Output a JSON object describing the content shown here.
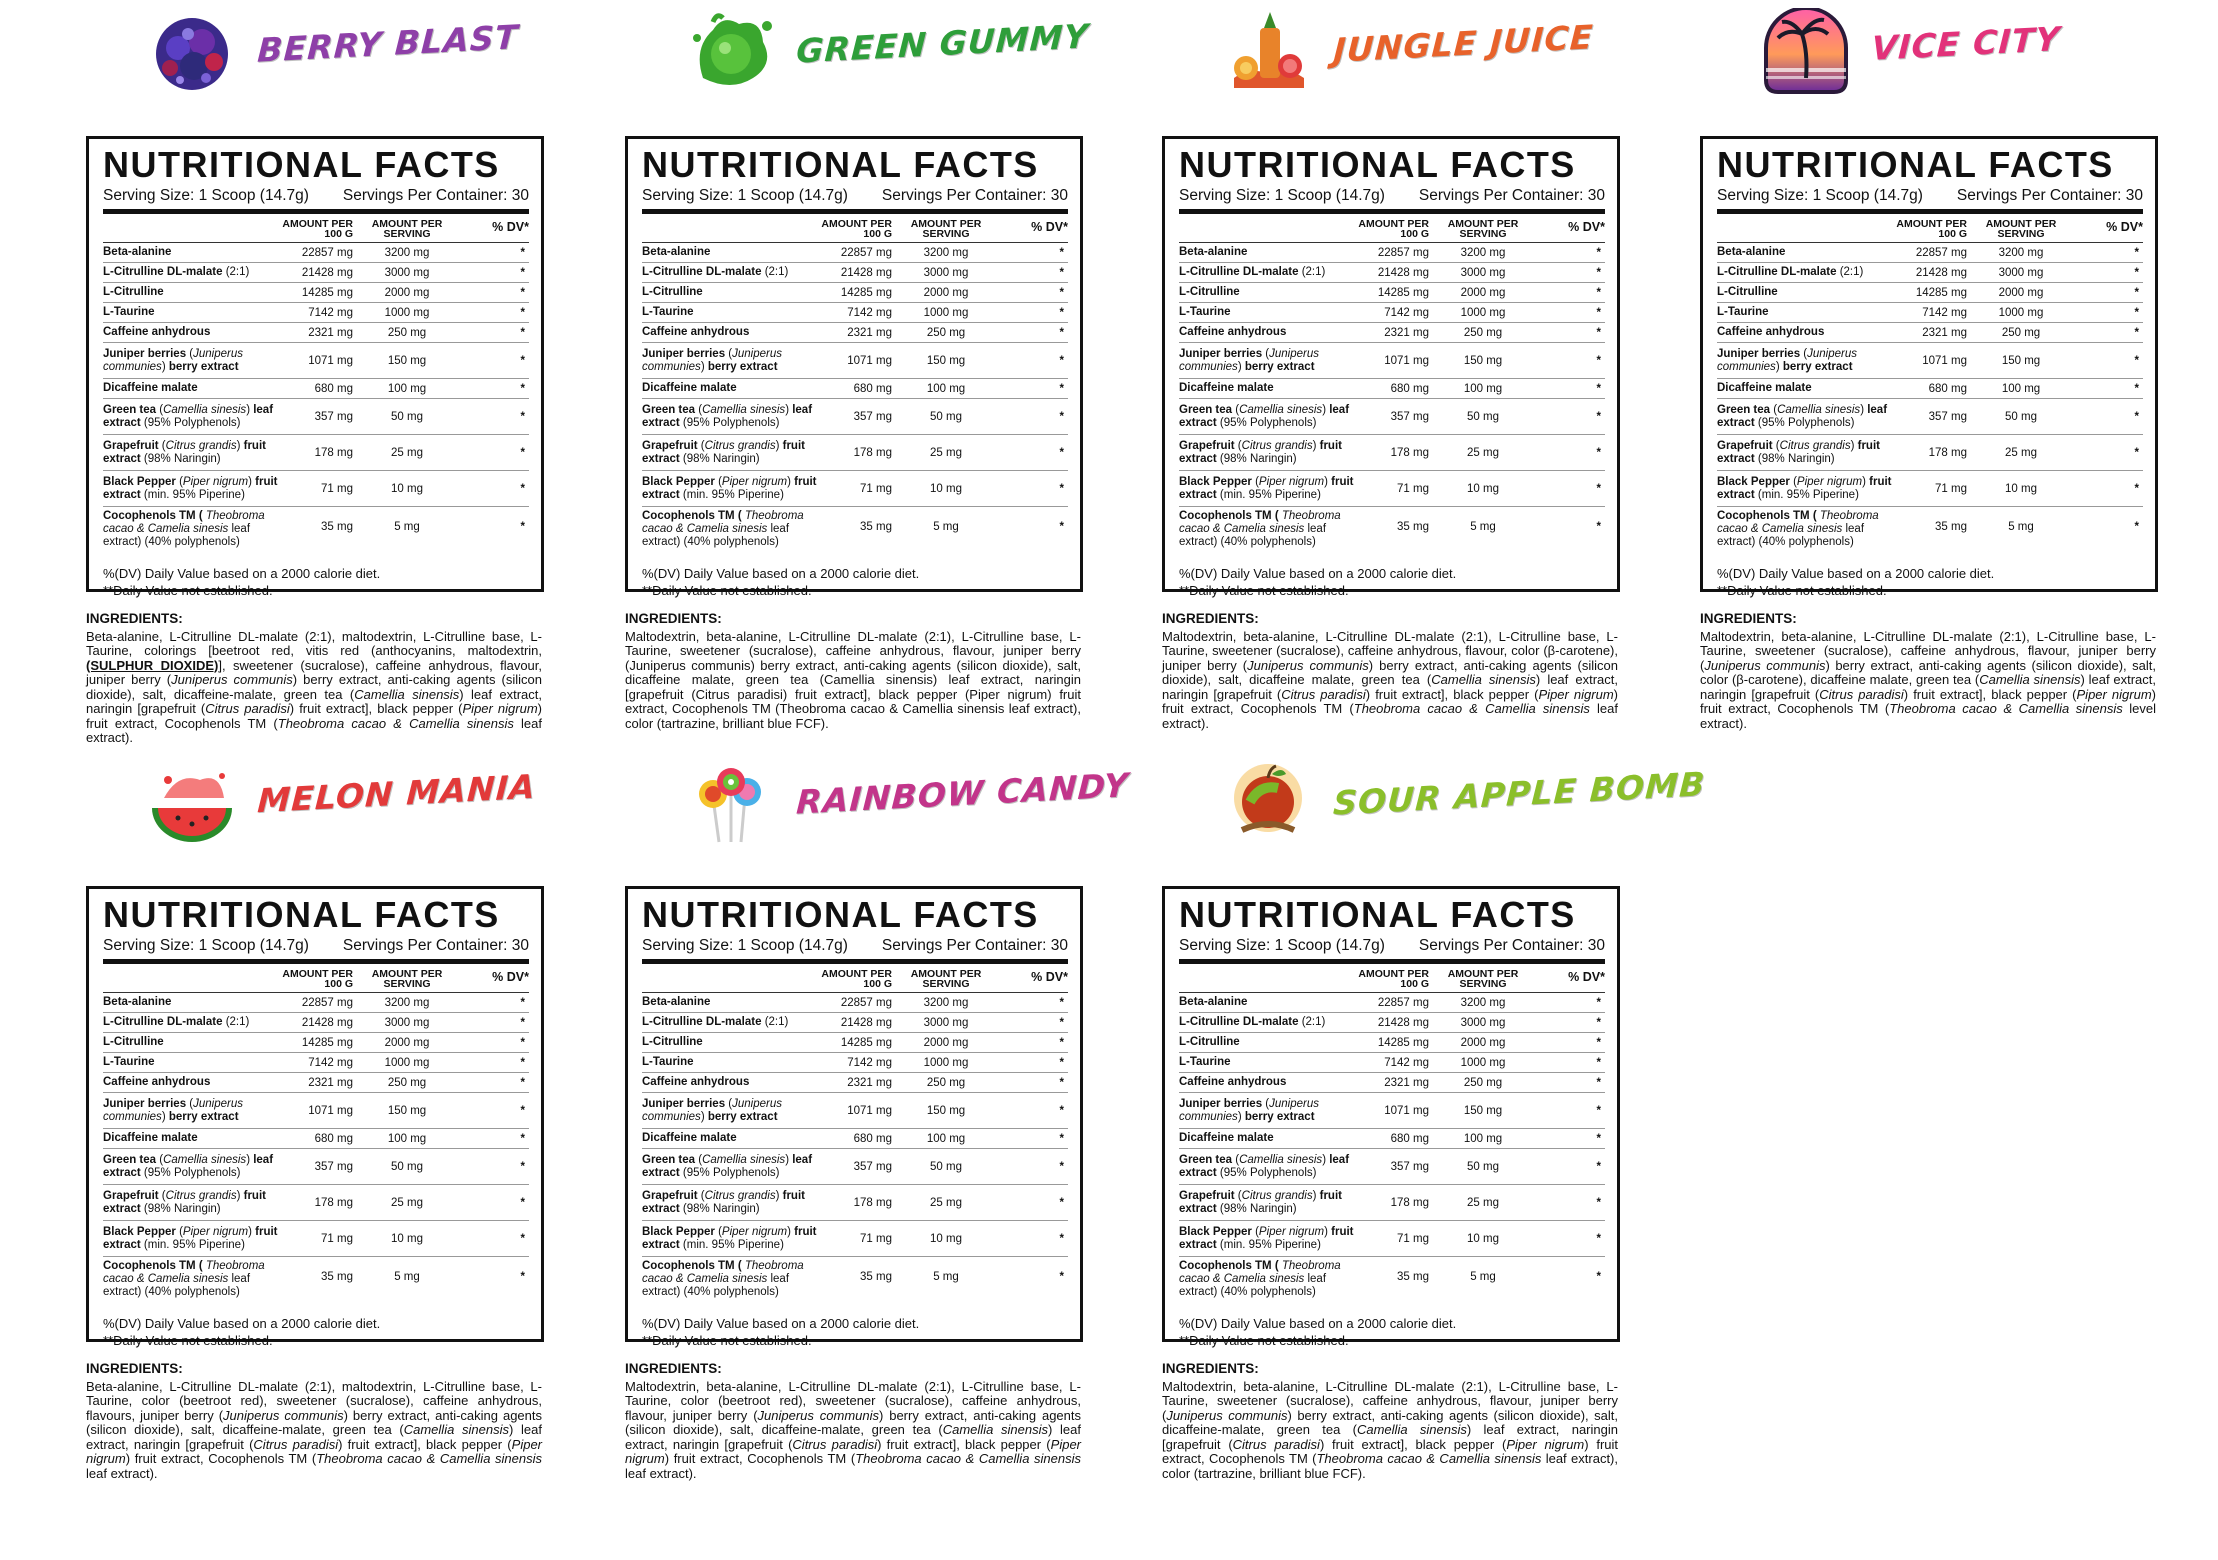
{
  "common": {
    "nf_title": "NUTRITIONAL FACTS",
    "serving_size": "Serving Size: 1 Scoop (14.7g)",
    "servings_per_container": "Servings Per Container: 30",
    "col_per_100g": [
      "AMOUNT PER",
      "100 G"
    ],
    "col_per_serving": [
      "AMOUNT PER",
      "SERVING"
    ],
    "col_dv": "% DV*",
    "footnote_1": "%(DV) Daily Value based on a 2000 calorie diet.",
    "footnote_2": "**Daily Value not established.",
    "ingredients_heading": "INGREDIENTS:",
    "nutrients": [
      {
        "name": [
          [
            "b",
            "Beta-alanine"
          ]
        ],
        "per100": "22857 mg",
        "perServing": "3200 mg",
        "dv": "*"
      },
      {
        "name": [
          [
            "b",
            "L-Citrulline DL-malate "
          ],
          [
            "t",
            "(2:1)"
          ]
        ],
        "per100": "21428 mg",
        "perServing": "3000 mg",
        "dv": "*"
      },
      {
        "name": [
          [
            "b",
            "L-Citrulline"
          ]
        ],
        "per100": "14285 mg",
        "perServing": "2000 mg",
        "dv": "*"
      },
      {
        "name": [
          [
            "b",
            "L-Taurine"
          ]
        ],
        "per100": "7142 mg",
        "perServing": "1000 mg",
        "dv": "*"
      },
      {
        "name": [
          [
            "b",
            "Caffeine anhydrous"
          ]
        ],
        "per100": "2321 mg",
        "perServing": "250 mg",
        "dv": "*"
      },
      {
        "name": [
          [
            "b",
            "Juniper berries "
          ],
          [
            "t",
            "("
          ],
          [
            "i",
            "Juniperus communies"
          ],
          [
            "t",
            ")"
          ],
          [
            "b",
            " berry extract"
          ]
        ],
        "per100": "1071 mg",
        "perServing": "150 mg",
        "dv": "*"
      },
      {
        "name": [
          [
            "b",
            "Dicaffeine malate"
          ]
        ],
        "per100": "680 mg",
        "perServing": "100 mg",
        "dv": "*"
      },
      {
        "name": [
          [
            "b",
            "Green tea "
          ],
          [
            "t",
            "("
          ],
          [
            "i",
            "Camellia sinesis"
          ],
          [
            "t",
            ") "
          ],
          [
            "b",
            "leaf extract "
          ],
          [
            "t",
            "(95% Polyphenols)"
          ]
        ],
        "per100": "357 mg",
        "perServing": "50 mg",
        "dv": "*"
      },
      {
        "name": [
          [
            "b",
            "Grapefruit "
          ],
          [
            "t",
            "("
          ],
          [
            "i",
            "Citrus grandis"
          ],
          [
            "t",
            ") "
          ],
          [
            "b",
            "fruit extract "
          ],
          [
            "t",
            "(98% Naringin)"
          ]
        ],
        "per100": "178 mg",
        "perServing": "25 mg",
        "dv": "*"
      },
      {
        "name": [
          [
            "b",
            "Black Pepper "
          ],
          [
            "t",
            "("
          ],
          [
            "i",
            "Piper nigrum"
          ],
          [
            "t",
            ") "
          ],
          [
            "b",
            "fruit extract "
          ],
          [
            "t",
            "(min. 95% Piperine)"
          ]
        ],
        "per100": "71 mg",
        "perServing": "10 mg",
        "dv": "*"
      },
      {
        "name": [
          [
            "b",
            "Cocophenols TM ( "
          ],
          [
            "i",
            "Theobroma cacao & Camelia sinesis"
          ],
          [
            "t",
            " leaf extract) (40% polyphenols)"
          ]
        ],
        "per100": "35 mg",
        "perServing": "5 mg",
        "dv": "*"
      }
    ]
  },
  "products": [
    {
      "flavor": "BERRY BLAST",
      "color": "#8e3fa8",
      "icon": "berries-icon",
      "ingredients": [
        [
          "t",
          "Beta-alanine, L-Citrulline DL-malate (2:1), maltodextrin, L-Citrulline base, L-Taurine, colorings [beetroot red, vitis red (anthocyanins, maltodextrin,"
        ],
        [
          "u",
          "(SULPHUR DIOXIDE)"
        ],
        [
          "t",
          "], sweetener (sucralose), caffeine anhydrous, flavour, juniper berry ("
        ],
        [
          "i",
          "Juniperus communis"
        ],
        [
          "t",
          ") berry extract, anti-caking agents (silicon dioxide), salt, dicaffeine-malate, green tea ("
        ],
        [
          "i",
          "Camellia sinensis"
        ],
        [
          "t",
          ") leaf extract, naringin [grapefruit ("
        ],
        [
          "i",
          "Citrus paradisi"
        ],
        [
          "t",
          ") fruit extract], black pepper ("
        ],
        [
          "i",
          "Piper nigrum"
        ],
        [
          "t",
          ") fruit extract, Cocophenols TM ("
        ],
        [
          "i",
          "Theobroma cacao & Camellia sinensis"
        ],
        [
          "t",
          " leaf extract)."
        ]
      ]
    },
    {
      "flavor": "GREEN GUMMY",
      "color": "#2e9e3a",
      "icon": "gummy-splash-icon",
      "ingredients": [
        [
          "t",
          "Maltodextrin, beta-alanine, L-Citrulline DL-malate (2:1), L-Citrulline base, L-Taurine, sweetener (sucralose), caffeine anhydrous, flavour, juniper berry (Juniperus communis) berry extract, anti-caking agents (silicon dioxide), salt, dicaffeine malate, green tea (Camellia sinensis) leaf extract, naringin [grapefruit (Citrus paradisi) fruit extract], black pepper (Piper nigrum) fruit extract, Cocophenols TM (Theobroma cacao & Camellia sinensis leaf extract), color (tartrazine, brilliant blue FCF)."
        ]
      ]
    },
    {
      "flavor": "JUNGLE JUICE",
      "color": "#e8622a",
      "icon": "fruit-splash-icon",
      "ingredients": [
        [
          "t",
          "Maltodextrin, beta-alanine, L-Citrulline DL-malate (2:1), L-Citrulline base, L-Taurine, sweetener (sucralose), caffeine anhydrous, flavour, color (β-carotene), juniper berry ("
        ],
        [
          "i",
          "Juniperus communis"
        ],
        [
          "t",
          ") berry extract, anti-caking agents (silicon dioxide), salt, dicaffeine malate, green tea ("
        ],
        [
          "i",
          "Camellia sinensis"
        ],
        [
          "t",
          ") leaf extract, naringin [grapefruit ("
        ],
        [
          "i",
          "Citrus paradisi"
        ],
        [
          "t",
          ") fruit extract], black pepper ("
        ],
        [
          "i",
          "Piper nigrum"
        ],
        [
          "t",
          ") fruit extract, Cocophenols TM ("
        ],
        [
          "i",
          "Theobroma cacao & Camellia sinensis"
        ],
        [
          "t",
          " leaf extract)."
        ]
      ]
    },
    {
      "flavor": "VICE CITY",
      "color": "#e2327a",
      "icon": "palm-sunset-icon",
      "ingredients": [
        [
          "t",
          "Maltodextrin, beta-alanine, L-Citrulline DL-malate (2:1), L-Citrulline base, L-Taurine, sweetener (sucralose), caffeine anhydrous, flavour, juniper berry ("
        ],
        [
          "i",
          "Juniperus communis"
        ],
        [
          "t",
          ") berry extract, anti-caking agents (silicon dioxide), salt, color (β-carotene), dicaffeine malate, green tea ("
        ],
        [
          "i",
          "Camellia sinensis"
        ],
        [
          "t",
          ") leaf extract, naringin [grapefruit ("
        ],
        [
          "i",
          "Citrus paradisi"
        ],
        [
          "t",
          ") fruit extract], black pepper ("
        ],
        [
          "i",
          "Piper nigrum"
        ],
        [
          "t",
          ") fruit extract, Cocophenols TM ("
        ],
        [
          "i",
          "Theobroma cacao & Camellia sinensis"
        ],
        [
          "t",
          " level extract)."
        ]
      ]
    },
    {
      "flavor": "MELON MANIA",
      "color": "#e23a3a",
      "icon": "watermelon-icon",
      "ingredients": [
        [
          "t",
          "Beta-alanine, L-Citrulline DL-malate (2:1), maltodextrin, L-Citrulline base, L-Taurine, color (beetroot red), sweetener (sucralose), caffeine anhydrous, flavours, juniper berry ("
        ],
        [
          "i",
          "Juniperus communis"
        ],
        [
          "t",
          ") berry extract, anti-caking agents (silicon dioxide), salt, dicaffeine-malate, green tea ("
        ],
        [
          "i",
          "Camellia sinensis"
        ],
        [
          "t",
          ") leaf extract, naringin [grapefruit ("
        ],
        [
          "i",
          "Citrus paradisi"
        ],
        [
          "t",
          ") fruit extract], black pepper ("
        ],
        [
          "i",
          "Piper nigrum"
        ],
        [
          "t",
          ") fruit extract, Cocophenols TM ("
        ],
        [
          "i",
          "Theobroma cacao & Camellia sinensis"
        ],
        [
          "t",
          " leaf extract)."
        ]
      ]
    },
    {
      "flavor": "RAINBOW CANDY",
      "color": "#c2358a",
      "icon": "lollipops-icon",
      "ingredients": [
        [
          "t",
          "Maltodextrin, beta-alanine, L-Citrulline DL-malate (2:1), L-Citrulline base, L-Taurine, color (beetroot red), sweetener (sucralose), caffeine anhydrous, flavour, juniper berry ("
        ],
        [
          "i",
          "Juniperus communis"
        ],
        [
          "t",
          ") berry extract, anti-caking agents (silicon dioxide), salt, dicaffeine-malate, green tea ("
        ],
        [
          "i",
          "Camellia sinensis"
        ],
        [
          "t",
          ") leaf extract, naringin [grapefruit ("
        ],
        [
          "i",
          "Citrus paradisi"
        ],
        [
          "t",
          ") fruit extract], black pepper ("
        ],
        [
          "i",
          "Piper nigrum"
        ],
        [
          "t",
          ") fruit extract, Cocophenols TM ("
        ],
        [
          "i",
          "Theobroma cacao & Camellia sinensis"
        ],
        [
          "t",
          " leaf extract)."
        ]
      ]
    },
    {
      "flavor": "SOUR APPLE BOMB",
      "color": "#8bbf2a",
      "icon": "apple-explosion-icon",
      "ingredients": [
        [
          "t",
          "Maltodextrin, beta-alanine, L-Citrulline DL-malate (2:1), L-Citrulline base, L-Taurine, sweetener (sucralose), caffeine anhydrous, flavour, juniper berry ("
        ],
        [
          "i",
          "Juniperus communis"
        ],
        [
          "t",
          ") berry extract, anti-caking agents (silicon dioxide), salt, dicaffeine-malate, green tea ("
        ],
        [
          "i",
          "Camellia sinensis"
        ],
        [
          "t",
          ") leaf extract, naringin [grapefruit ("
        ],
        [
          "i",
          "Citrus paradisi"
        ],
        [
          "t",
          ") fruit extract], black pepper ("
        ],
        [
          "i",
          "Piper nigrum"
        ],
        [
          "t",
          ") fruit extract, Cocophenols TM ("
        ],
        [
          "i",
          "Theobroma cacao & Camellia sinensis"
        ],
        [
          "t",
          " leaf extract), color (tartrazine, brilliant blue FCF)."
        ]
      ]
    }
  ]
}
